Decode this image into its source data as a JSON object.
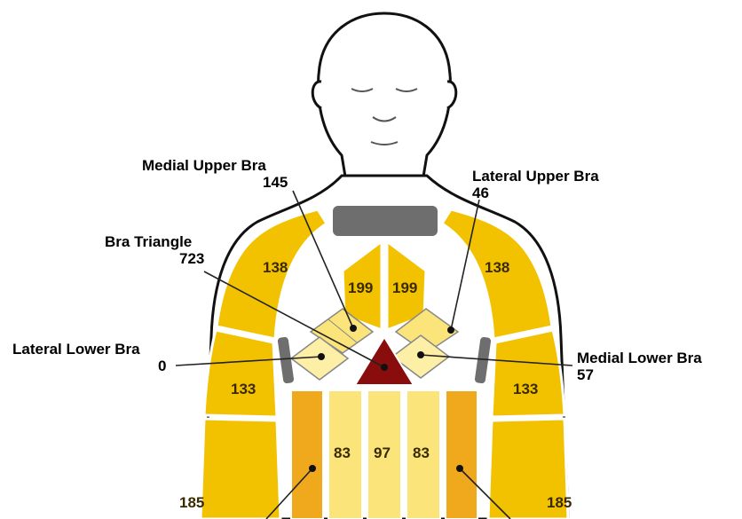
{
  "colors": {
    "yellow": "#f2c200",
    "pale_yellow": "#fbe57a",
    "light_yellow": "#fdf0a6",
    "orange": "#f0a81d",
    "dark_red": "#8a0d0d",
    "gray": "#6e6e6e"
  },
  "zones": {
    "left_upper_arm": "138",
    "right_upper_arm": "138",
    "left_forearm": "133",
    "right_forearm": "133",
    "left_lower_arm": "185",
    "right_lower_arm": "185",
    "upper_chest_left": "199",
    "upper_chest_right": "199",
    "abdomen_left": "83",
    "abdomen_center": "97",
    "abdomen_right": "83"
  },
  "callouts": {
    "medial_upper": {
      "label": "Medial Upper Bra",
      "value": "145"
    },
    "lateral_upper": {
      "label": "Lateral Upper Bra",
      "value": "46"
    },
    "bra_triangle": {
      "label": "Bra Triangle",
      "value": "723"
    },
    "lateral_lower": {
      "label": "Lateral Lower Bra",
      "value": "0"
    },
    "medial_lower": {
      "label": "Medial Lower Bra",
      "value": "57"
    }
  }
}
